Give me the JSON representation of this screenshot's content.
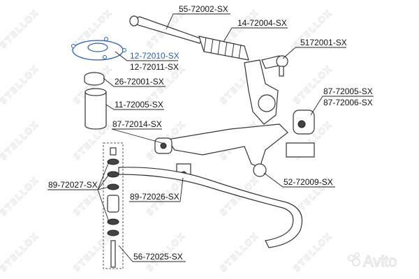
{
  "watermark": "STELLOX",
  "logo": "Avito",
  "highlight_color": "#2a5db0",
  "labels": {
    "tie_rod": "55-72002-SX",
    "boot": "14-72004-SX",
    "tie_rod_end": "5172001-SX",
    "strut_mount_a": "12-72010-SX",
    "strut_mount_b": "12-72011-SX",
    "bearing": "26-72001-SX",
    "bump_stop": "11-72005-SX",
    "bushing_a": "87-72005-SX",
    "bushing_b": "87-72006-SX",
    "arm_bushing": "87-72014-SX",
    "ball_joint": "52-72009-SX",
    "link_bushings": "89-72027-SX",
    "stab_bushing": "89-72026-SX",
    "stab_link": "56-72025-SX"
  }
}
